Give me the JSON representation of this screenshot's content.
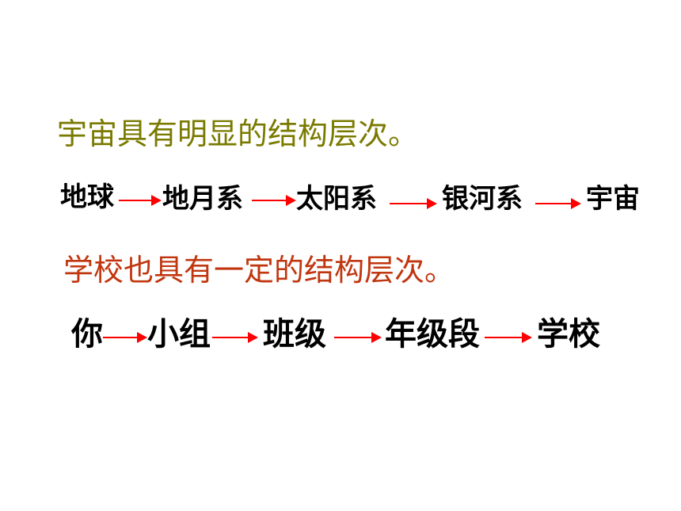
{
  "colors": {
    "heading1": "#7a7a00",
    "heading2": "#c0360f",
    "arrow": "#ff0000",
    "text": "#000000"
  },
  "section1": {
    "heading": "宇宙具有明显的结构层次。",
    "chain": [
      "地球",
      "地月系",
      "太阳系",
      "银河系",
      "宇宙"
    ]
  },
  "section2": {
    "heading": "学校也具有一定的结构层次。",
    "chain": [
      "你",
      "小组",
      "班级",
      "年级段",
      "学校"
    ]
  }
}
